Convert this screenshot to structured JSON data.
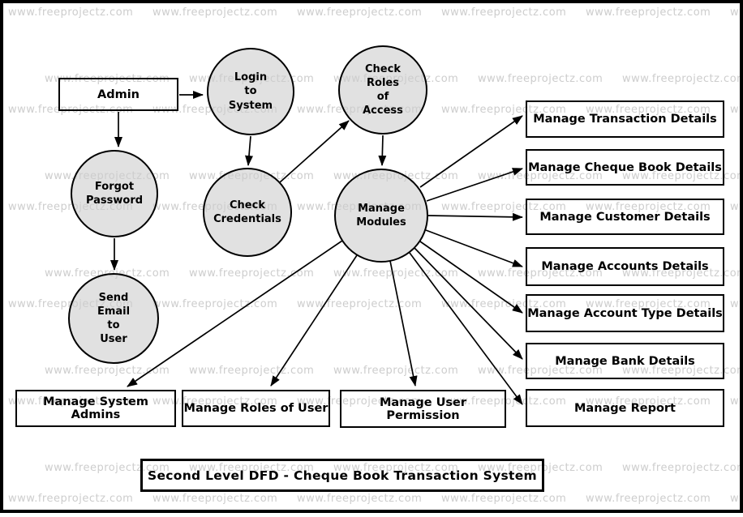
{
  "watermark": {
    "text": "www.freeprojectz.com"
  },
  "colors": {
    "process_fill": "#e1e1e1",
    "stroke": "#000000",
    "watermark": "#cdcdcd"
  },
  "title": {
    "label": "Second Level DFD - Cheque Book Transaction System"
  },
  "nodes": {
    "admin": {
      "label": "Admin"
    },
    "login": {
      "lines": [
        "Login",
        "to",
        "System"
      ]
    },
    "check_roles": {
      "lines": [
        "Check",
        "Roles",
        "of",
        "Access"
      ]
    },
    "forgot_password": {
      "lines": [
        "Forgot",
        "Password"
      ]
    },
    "check_credentials": {
      "lines": [
        "Check",
        "Credentials"
      ]
    },
    "manage_modules": {
      "lines": [
        "Manage",
        "Modules"
      ]
    },
    "send_email": {
      "lines": [
        "Send",
        "Email",
        "to",
        "User"
      ]
    }
  },
  "right_boxes": [
    {
      "label": "Manage Transaction Details"
    },
    {
      "label": "Manage Cheque Book Details"
    },
    {
      "label": "Manage Customer Details"
    },
    {
      "label": "Manage Accounts Details"
    },
    {
      "label": "Manage Account Type Details"
    },
    {
      "label": "Manage Bank Details"
    },
    {
      "label": "Manage Report"
    }
  ],
  "bottom_boxes": [
    {
      "label": "Manage System Admins"
    },
    {
      "label": "Manage Roles of User"
    },
    {
      "label": "Manage User Permission"
    }
  ]
}
